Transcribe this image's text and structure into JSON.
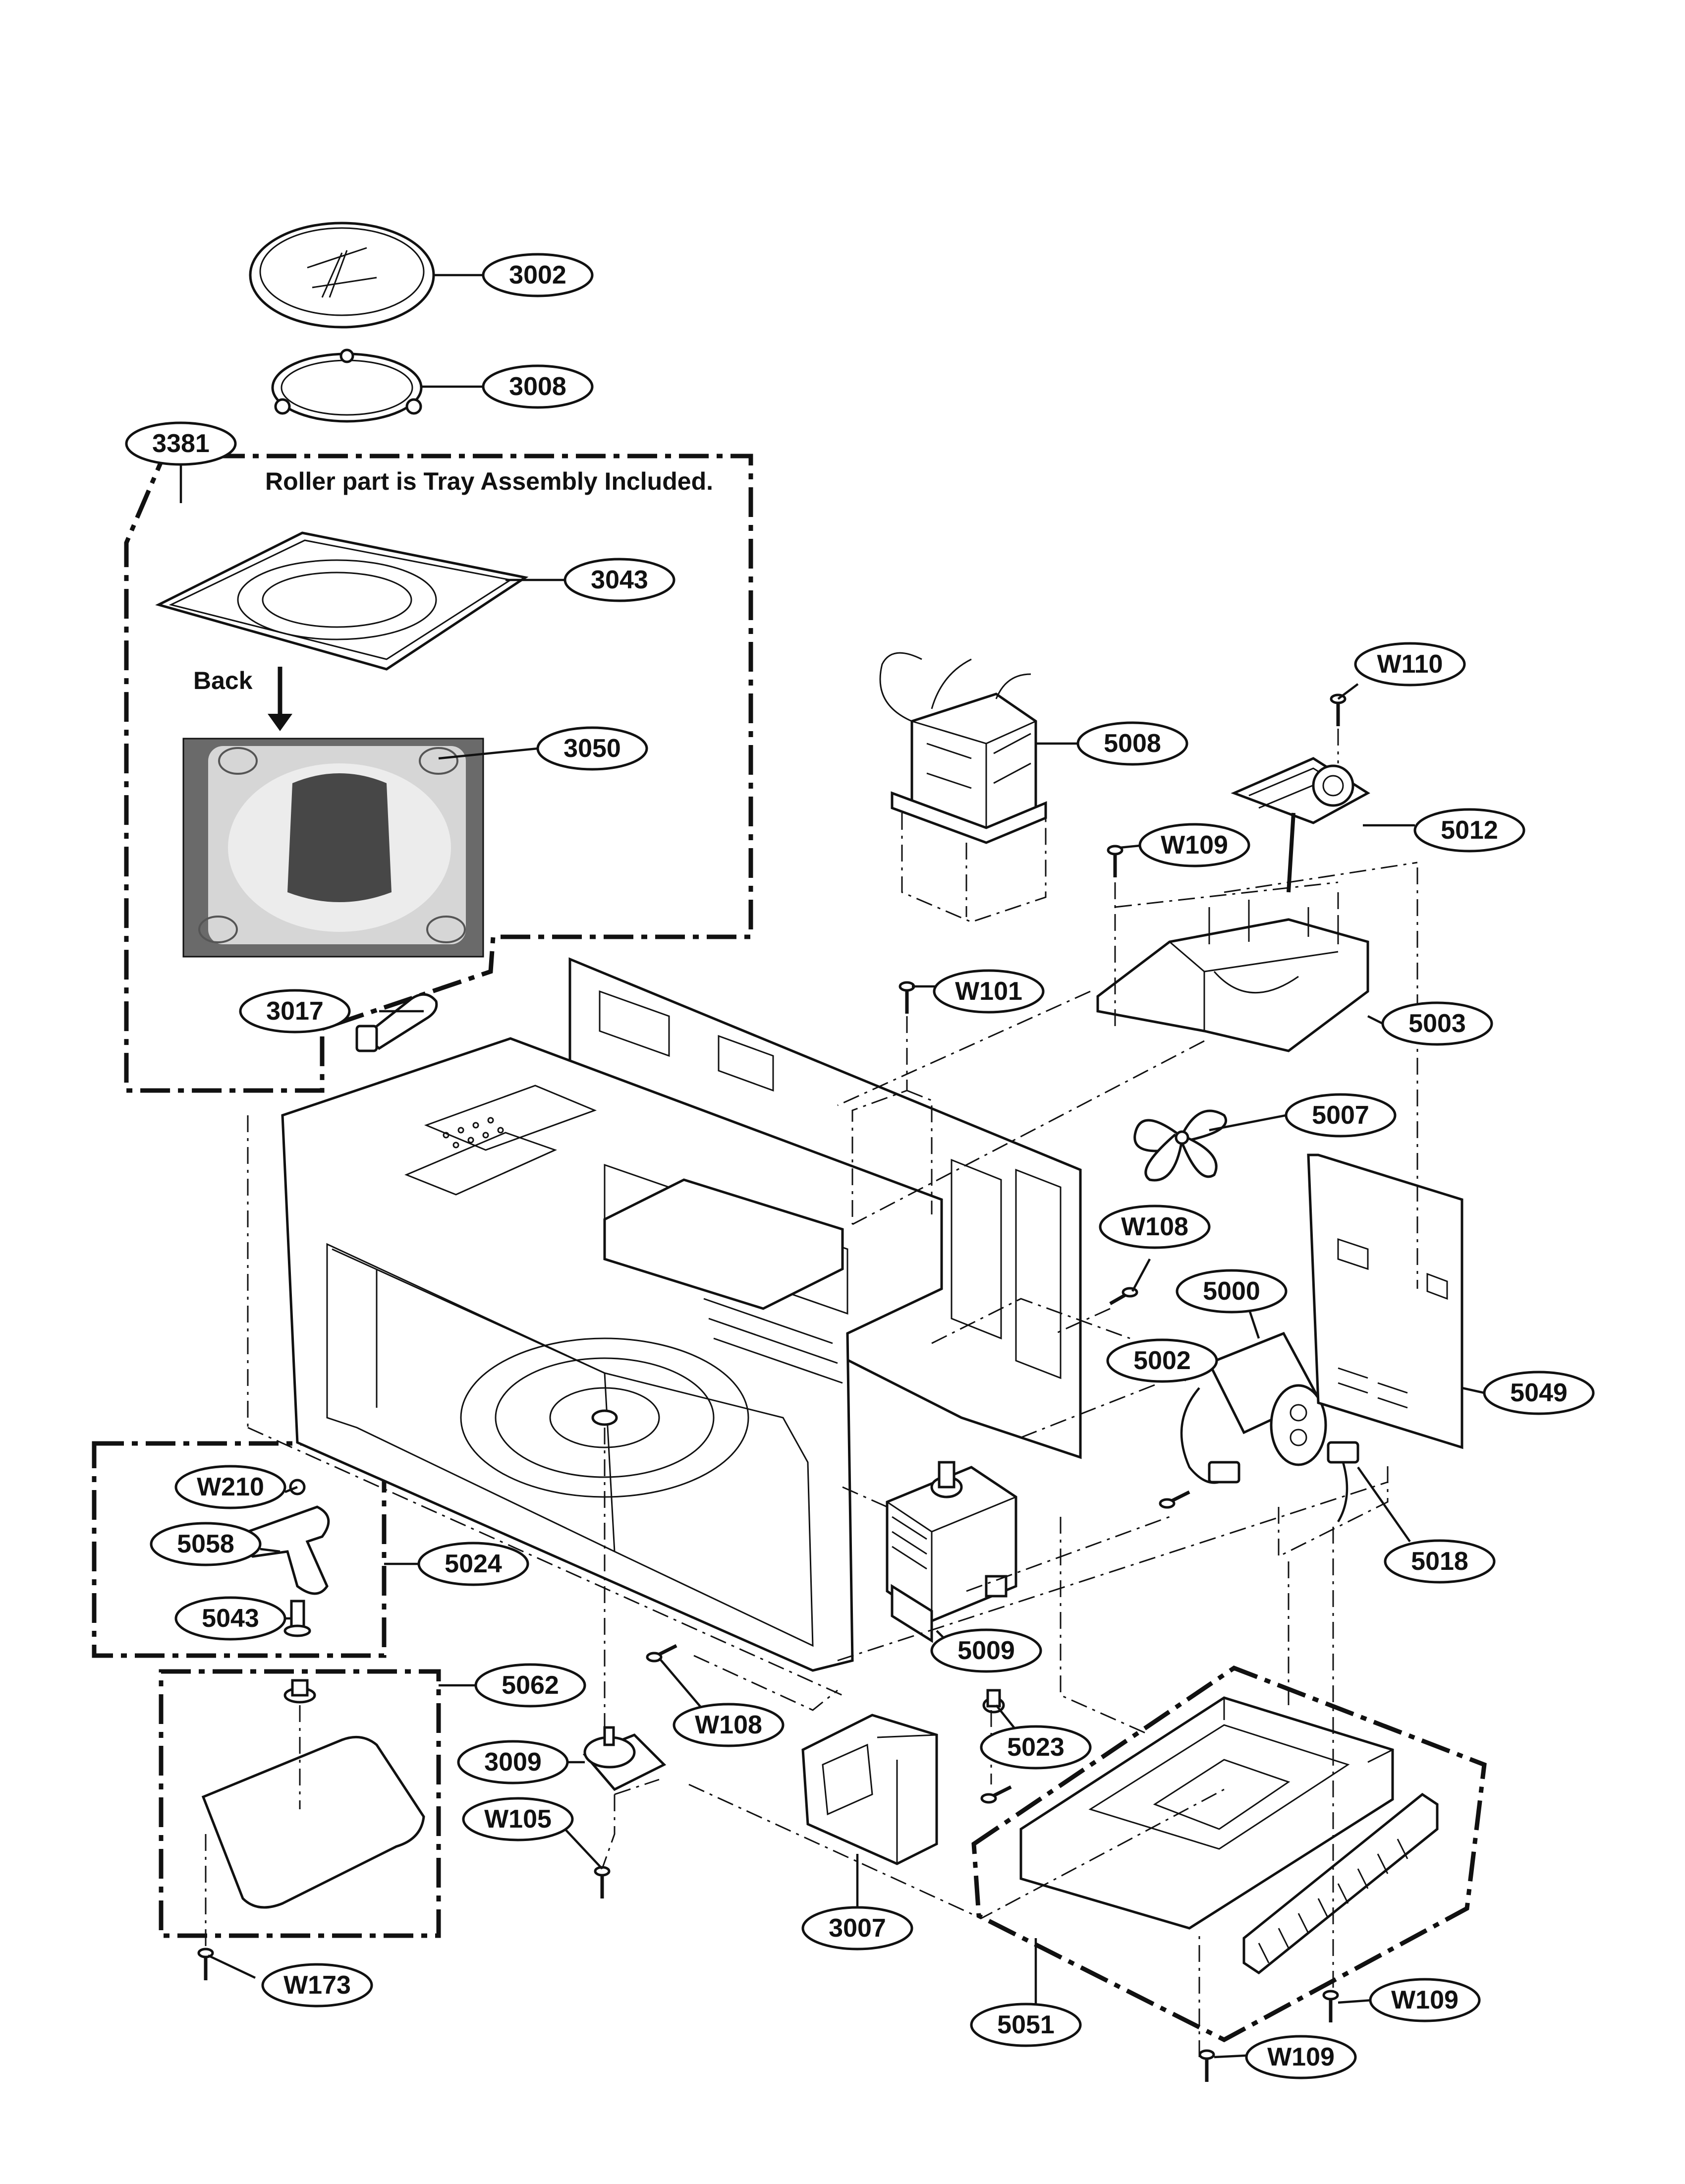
{
  "note": "Roller part is Tray Assembly Included.",
  "back_label": "Back",
  "callouts": [
    {
      "id": "c3002",
      "text": "3002"
    },
    {
      "id": "c3008",
      "text": "3008"
    },
    {
      "id": "c3381",
      "text": "3381"
    },
    {
      "id": "c3043",
      "text": "3043"
    },
    {
      "id": "c3050",
      "text": "3050"
    },
    {
      "id": "c3017",
      "text": "3017"
    },
    {
      "id": "cW110",
      "text": "W110"
    },
    {
      "id": "c5008",
      "text": "5008"
    },
    {
      "id": "c5012",
      "text": "5012"
    },
    {
      "id": "cW109a",
      "text": "W109"
    },
    {
      "id": "cW101",
      "text": "W101"
    },
    {
      "id": "c5003",
      "text": "5003"
    },
    {
      "id": "c5007",
      "text": "5007"
    },
    {
      "id": "cW108a",
      "text": "W108"
    },
    {
      "id": "c5000",
      "text": "5000"
    },
    {
      "id": "c5002",
      "text": "5002"
    },
    {
      "id": "c5049",
      "text": "5049"
    },
    {
      "id": "c5018",
      "text": "5018"
    },
    {
      "id": "cW210",
      "text": "W210"
    },
    {
      "id": "c5058",
      "text": "5058"
    },
    {
      "id": "c5024",
      "text": "5024"
    },
    {
      "id": "c5043",
      "text": "5043"
    },
    {
      "id": "c5009",
      "text": "5009"
    },
    {
      "id": "c5062",
      "text": "5062"
    },
    {
      "id": "cW108b",
      "text": "W108"
    },
    {
      "id": "c5023",
      "text": "5023"
    },
    {
      "id": "c3009",
      "text": "3009"
    },
    {
      "id": "cW105",
      "text": "W105"
    },
    {
      "id": "c3007",
      "text": "3007"
    },
    {
      "id": "cW173",
      "text": "W173"
    },
    {
      "id": "c5051",
      "text": "5051"
    },
    {
      "id": "cW109b",
      "text": "W109"
    },
    {
      "id": "cW109c",
      "text": "W109"
    }
  ]
}
